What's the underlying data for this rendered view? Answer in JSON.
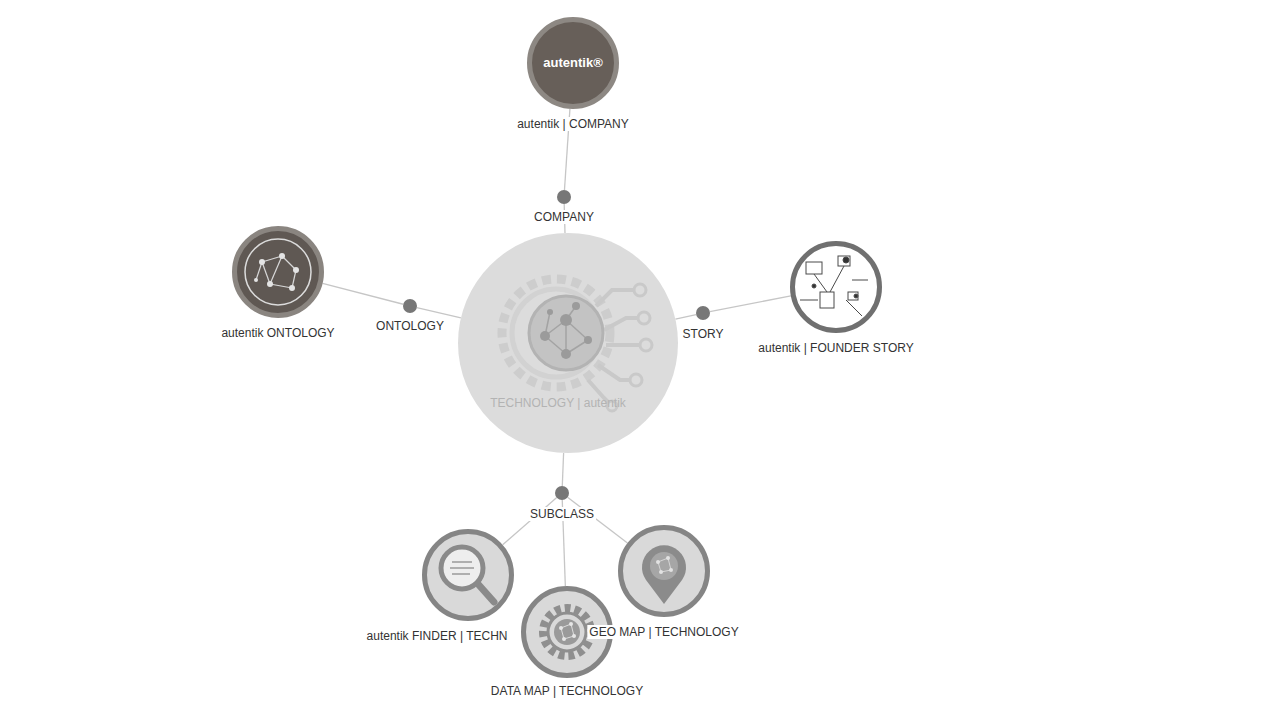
{
  "diagram": {
    "nodes": [
      {
        "text": [
          "autentik®",
          "autentik | COMPANY"
        ]
      },
      {
        "text": [
          "COMPANY"
        ]
      },
      {
        "text": [
          "autentik ONTOLOGY"
        ]
      },
      {
        "text": [
          "ONTOLOGY"
        ]
      },
      {
        "text": [
          "TECHNOLOGY | autentik"
        ]
      },
      {
        "text": [
          "STORY"
        ]
      },
      {
        "text": [
          "autentik | FOUNDER STORY"
        ]
      },
      {
        "text": [
          "SUBCLASS"
        ]
      },
      {
        "text": [
          "autentik FINDER | TECHN"
        ]
      },
      {
        "text": [
          "DATA MAP | TECHNOLOGY"
        ]
      },
      {
        "text": [
          "GEO MAP | TECHNOLOGY"
        ]
      }
    ],
    "edges": [
      {
        "from": 4,
        "to": 1,
        "arrow": "none"
      },
      {
        "from": 1,
        "to": 0,
        "arrow": "none"
      },
      {
        "from": 4,
        "to": 3,
        "arrow": "none"
      },
      {
        "from": 3,
        "to": 2,
        "arrow": "none"
      },
      {
        "from": 4,
        "to": 5,
        "arrow": "none"
      },
      {
        "from": 5,
        "to": 6,
        "arrow": "none"
      },
      {
        "from": 4,
        "to": 7,
        "arrow": "none"
      },
      {
        "from": 7,
        "to": 8,
        "arrow": "none"
      },
      {
        "from": 7,
        "to": 9,
        "arrow": "none"
      },
      {
        "from": 7,
        "to": 10,
        "arrow": "none"
      }
    ]
  }
}
